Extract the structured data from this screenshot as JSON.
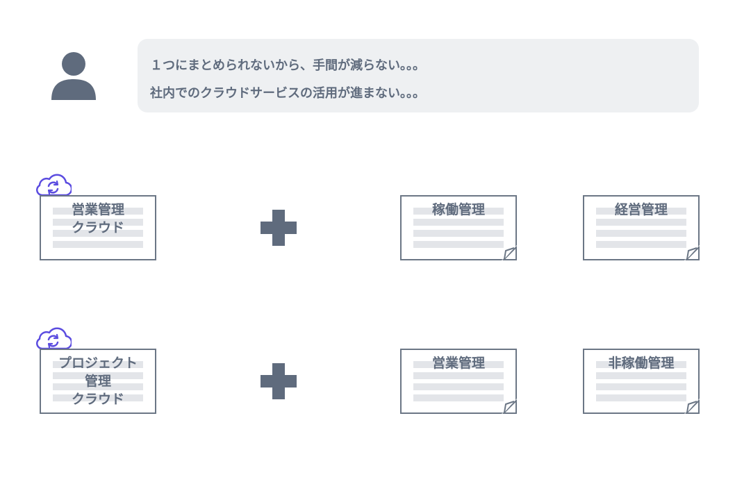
{
  "message": {
    "line1": "１つにまとめられないから、手間が減らない。。。",
    "line2": "社内でのクラウドサービスの活用が進まない。。。"
  },
  "rows": [
    {
      "cloud_card": {
        "lines": [
          "営業管理",
          "クラウド"
        ]
      },
      "doc_cards": [
        "稼働管理",
        "経営管理"
      ]
    },
    {
      "cloud_card": {
        "lines": [
          "プロジェクト",
          "管理",
          "クラウド"
        ]
      },
      "doc_cards": [
        "営業管理",
        "非稼働管理"
      ]
    }
  ],
  "colors": {
    "text": "#5f6b7d",
    "bubble_background": "#eef0f2",
    "stripe": "#e3e5e9",
    "cloud_icon": "#5b4ce0",
    "plus_icon": "#5f6b7d"
  },
  "icons": [
    "user-icon",
    "cloud-sync-icon",
    "plus-icon",
    "folded-corner-icon"
  ]
}
